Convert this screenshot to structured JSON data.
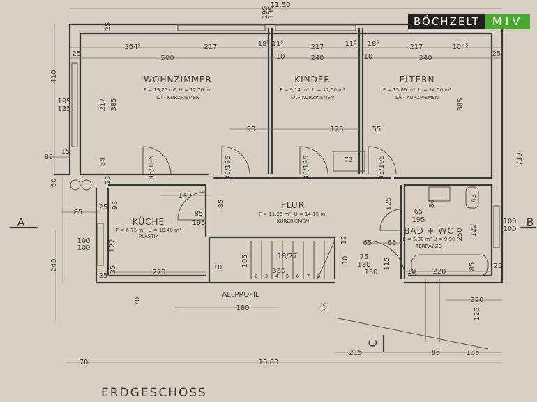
{
  "logo": {
    "brand": "BÖCHZELT",
    "suffix": "MIV",
    "brand_color": "#231f1e",
    "accent_color": "#4aa832"
  },
  "title": "ERDGESCHOSS",
  "rooms": {
    "wohnzimmer": {
      "name": "WOHNZIMMER",
      "area": "F = 19,25 m², U = 17,70 m¹",
      "floor": "LÄ - KURZRIEMEN"
    },
    "kinder": {
      "name": "KINDER",
      "area": "F = 9,14 m², U = 12,50 m¹",
      "floor": "LÄ - KURZRIEMEN"
    },
    "eltern": {
      "name": "ELTERN",
      "area": "F = 13,09 m², U = 14,50 m¹",
      "floor": "LÄ - KURZRIEMEN"
    },
    "flur": {
      "name": "FLUR",
      "area": "F = 11,25 m², U = 14,15 m¹",
      "floor": "KURZRIEMEN"
    },
    "kueche": {
      "name": "KÜCHE",
      "area": "F = 6,75 m², U = 10,40 m¹",
      "floor": "PLASTIK"
    },
    "bad": {
      "name": "BAD + WC",
      "area": "F = 5,80 m² U = 9,90",
      "floor": "TERRAZZO"
    }
  },
  "labels": {
    "allprofil": "ALLPROFIL",
    "section_a": "A",
    "section_b": "B",
    "section_c": "C",
    "stair": "18/27"
  },
  "dims": [
    "11,50",
    "195",
    "135",
    "264⁵",
    "217",
    "18⁵",
    "11⁵",
    "217",
    "11⁵",
    "18⁵",
    "217",
    "104⁵",
    "500",
    "240",
    "340",
    "10",
    "10",
    "25",
    "25",
    "25",
    "410",
    "195",
    "135",
    "217",
    "385",
    "385",
    "710",
    "90",
    "125",
    "55",
    "85",
    "15",
    "84",
    "85/195",
    "85/195",
    "85/195",
    "85/195",
    "72",
    "60",
    "25",
    "140",
    "85",
    "195",
    "85",
    "125",
    "85",
    "25",
    "93",
    "65",
    "195",
    "84",
    "43",
    "100",
    "100",
    "122",
    "250",
    "122",
    "100",
    "100",
    "240",
    "65",
    "65",
    "10",
    "105",
    "380",
    "75",
    "180",
    "130",
    "115",
    "270",
    "35",
    "25",
    "10",
    "220",
    "85",
    "25",
    "70",
    "180",
    "95",
    "320",
    "125",
    "215",
    "85",
    "135",
    "70",
    "10,80",
    "12",
    "10"
  ],
  "stair_steps": [
    "2",
    "3",
    "4",
    "5",
    "6",
    "7",
    "8"
  ]
}
